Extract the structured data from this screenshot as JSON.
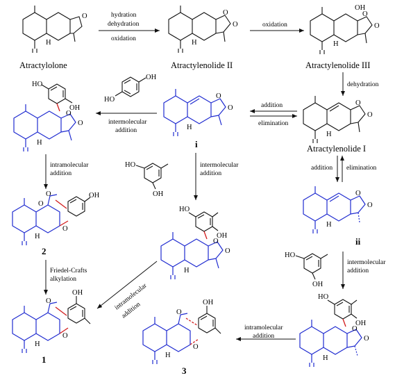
{
  "compounds": {
    "atractylolone": "Atractylolone",
    "atractylenolide_ii": "Atractylenolide II",
    "atractylenolide_iii": "Atractylenolide III",
    "atractylenolide_i": "Atractylenolide I",
    "intermediate_i": "i",
    "intermediate_ii": "ii",
    "product_1": "1",
    "product_2": "2",
    "product_3": "3"
  },
  "reactions": {
    "r1_top": "hydration",
    "r1_mid": "dehydration",
    "r1_bot": "oxidation",
    "r2": "oxidation",
    "r3": "dehydration",
    "r4_top": "addition",
    "r4_bot": "elimination",
    "r5_a": "intermolecular",
    "r5_b": "addition",
    "r6_a": "intramolecular",
    "r6_b": "addition",
    "r7_a": "Friedel-Crafts",
    "r7_b": "alkylation",
    "r8_a": "intermolecular",
    "r8_b": "addition",
    "r9_a": "intramolecular",
    "r9_b": "addition",
    "r10_a": "addition",
    "r10_b": "elimination",
    "r11_a": "intermolecular",
    "r11_b": "addition",
    "r12_a": "intramolecular",
    "r12_b": "addition"
  },
  "atoms": {
    "oh": "OH",
    "ho": "HO",
    "o": "O",
    "h": "H"
  },
  "colors": {
    "skeleton": "#111111",
    "sesquiterpene": "#1f2bd0",
    "new_bond": "#d21a1a"
  }
}
